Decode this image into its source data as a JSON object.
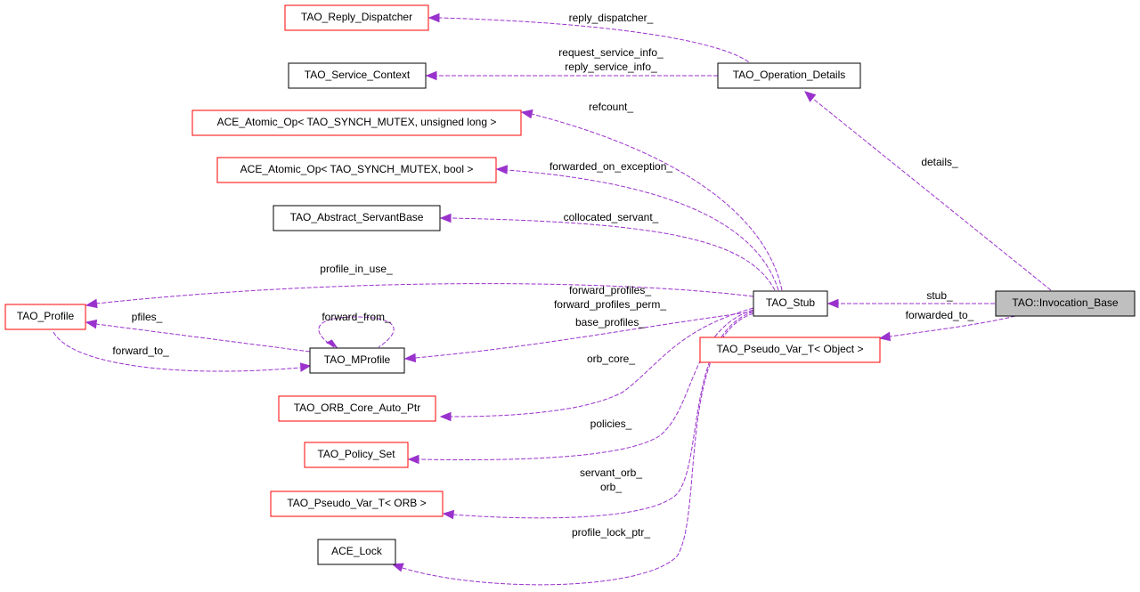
{
  "colors": {
    "edge": "#9a32cd",
    "incomplete_border": "#ff0000",
    "complete_border": "#000000",
    "focus_fill": "#bfbfbf"
  },
  "nodes": {
    "invocation_base": "TAO::Invocation_Base",
    "reply_dispatcher": "TAO_Reply_Dispatcher",
    "service_context": "TAO_Service_Context",
    "operation_details": "TAO_Operation_Details",
    "atomic_op_ulong": "ACE_Atomic_Op< TAO_SYNCH_MUTEX, unsigned long >",
    "atomic_op_bool": "ACE_Atomic_Op< TAO_SYNCH_MUTEX, bool >",
    "abstract_servantbase": "TAO_Abstract_ServantBase",
    "profile": "TAO_Profile",
    "stub": "TAO_Stub",
    "mprofile": "TAO_MProfile",
    "pseudo_var_object": "TAO_Pseudo_Var_T< Object >",
    "orb_core_auto_ptr": "TAO_ORB_Core_Auto_Ptr",
    "policy_set": "TAO_Policy_Set",
    "pseudo_var_orb": "TAO_Pseudo_Var_T< ORB >",
    "ace_lock": "ACE_Lock"
  },
  "edges": {
    "reply_dispatcher": "reply_dispatcher_",
    "request_service_info": "request_service_info_",
    "reply_service_info": "reply_service_info_",
    "details": "details_",
    "refcount": "refcount_",
    "forwarded_on_exception": "forwarded_on_exception_",
    "collocated_servant": "collocated_servant_",
    "profile_in_use": "profile_in_use_",
    "stub": "stub_",
    "forwarded_to": "forwarded_to_",
    "pfiles": "pfiles_",
    "forward_from": "forward_from_",
    "forward_to": "forward_to_",
    "forward_profiles": "forward_profiles_",
    "forward_profiles_perm": "forward_profiles_perm_",
    "base_profiles": "base_profiles_",
    "orb_core": "orb_core_",
    "policies": "policies_",
    "servant_orb": "servant_orb_",
    "orb": "orb_",
    "profile_lock_ptr": "profile_lock_ptr_"
  }
}
